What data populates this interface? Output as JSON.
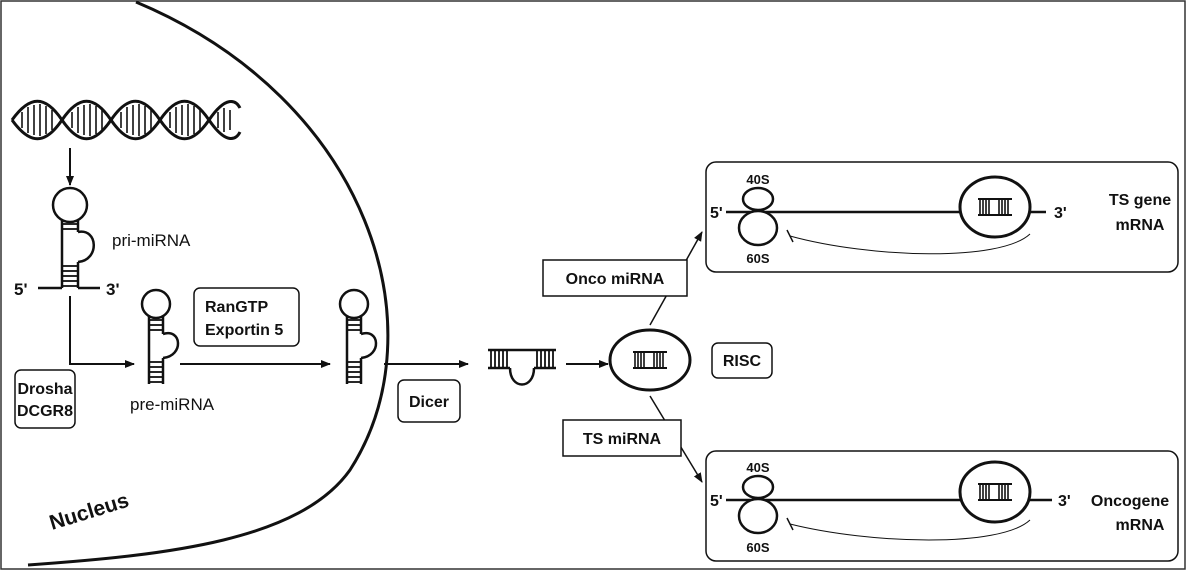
{
  "labels": {
    "pri_mirna": "pri-miRNA",
    "pre_mirna": "pre-miRNA",
    "five_prime": "5'",
    "three_prime": "3'",
    "nucleus": "Nucleus",
    "drosha_line1": "Drosha",
    "drosha_line2": "DCGR8",
    "ran_line1": "RanGTP",
    "ran_line2": "Exportin 5",
    "dicer": "Dicer",
    "risc": "RISC",
    "onco_mirna": "Onco miRNA",
    "ts_mirna": "TS miRNA",
    "ribo_small": "40S",
    "ribo_large": "60S",
    "ts_gene_line1": "TS gene",
    "ts_gene_line2": "mRNA",
    "oncogene_line1": "Oncogene",
    "oncogene_line2": "mRNA"
  }
}
